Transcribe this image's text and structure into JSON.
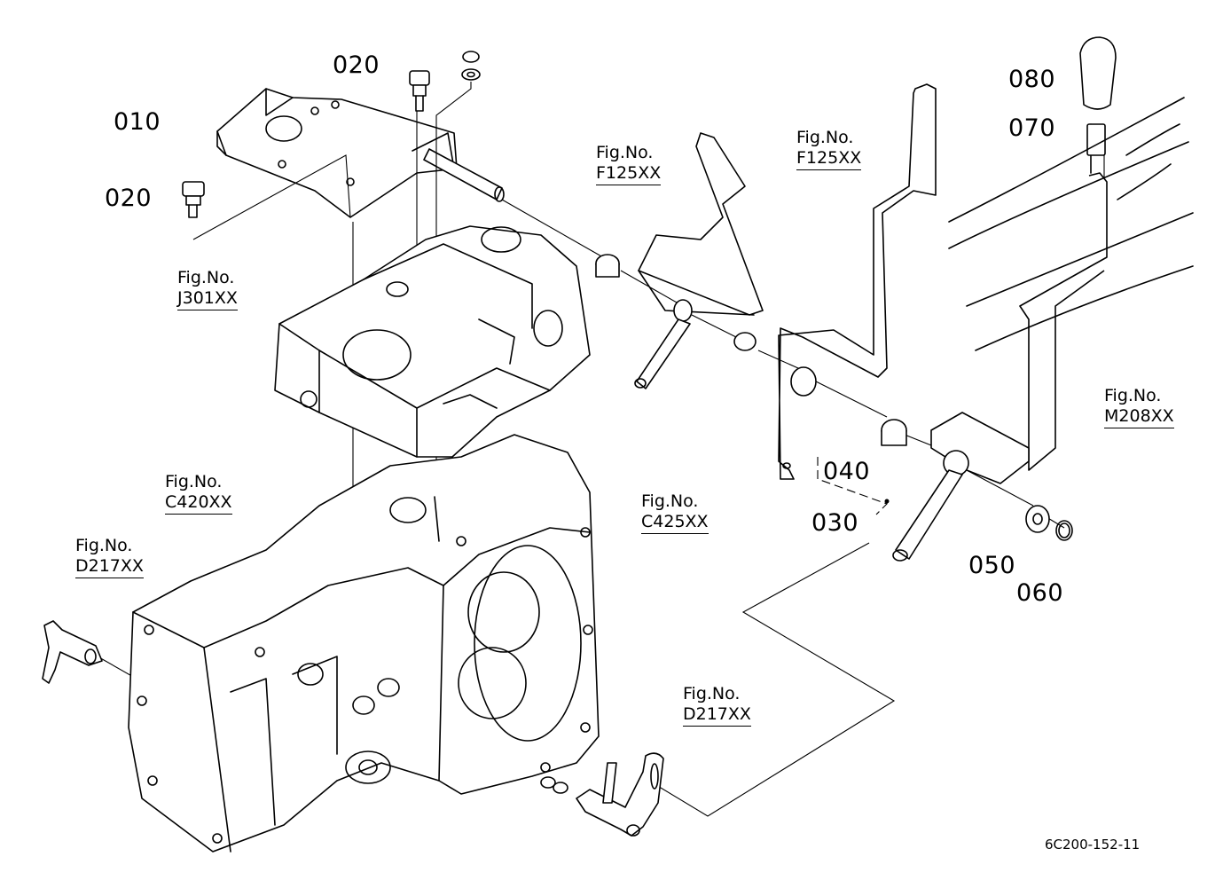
{
  "diagram": {
    "part_labels": [
      "010",
      "020",
      "020",
      "030",
      "040",
      "050",
      "060",
      "070",
      "080"
    ],
    "figure_refs": [
      {
        "caption": "Fig.No.",
        "ref": "F125XX"
      },
      {
        "caption": "Fig.No.",
        "ref": "F125XX"
      },
      {
        "caption": "Fig.No.",
        "ref": "J301XX"
      },
      {
        "caption": "Fig.No.",
        "ref": "C420XX"
      },
      {
        "caption": "Fig.No.",
        "ref": "C425XX"
      },
      {
        "caption": "Fig.No.",
        "ref": "D217XX"
      },
      {
        "caption": "Fig.No.",
        "ref": "D217XX"
      },
      {
        "caption": "Fig.No.",
        "ref": "M208XX"
      }
    ],
    "drawing_code": "6C200-152-11"
  }
}
